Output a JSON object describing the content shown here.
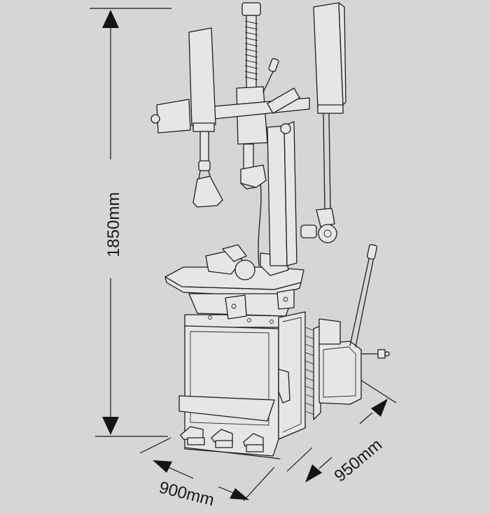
{
  "dimensions": {
    "height_label": "1850mm",
    "width_label": "900mm",
    "depth_label": "950mm"
  },
  "colors": {
    "background": "#d6d6d6",
    "line": "#1e1e1e",
    "fill": "#e6e6e6"
  }
}
